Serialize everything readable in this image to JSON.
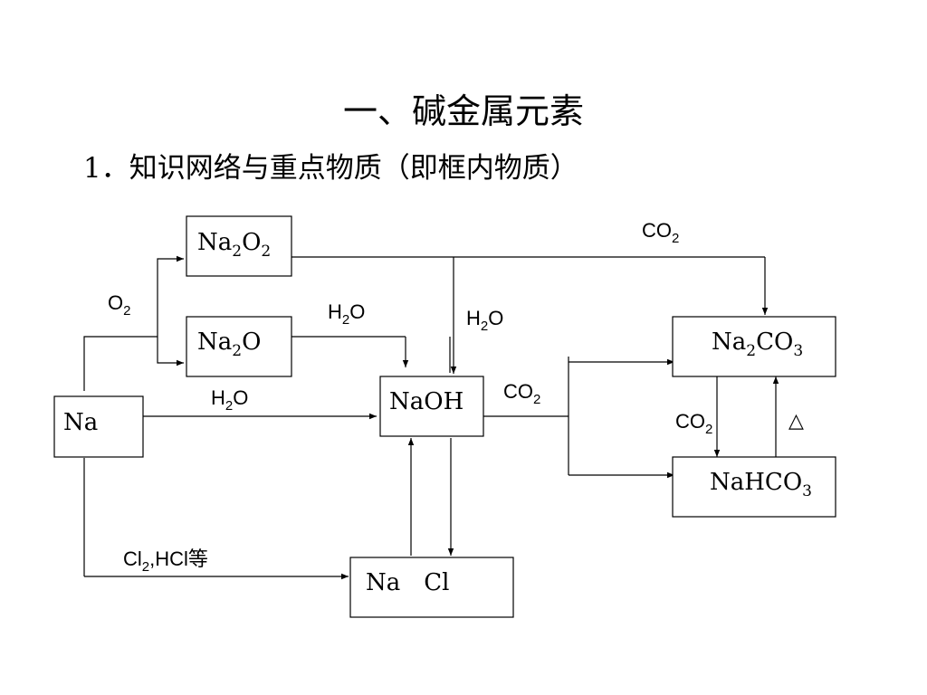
{
  "header": {
    "title": "一、碱金属元素",
    "subtitle": "1．知识网络与重点物质（即框内物质）"
  },
  "nodes": {
    "na2o2": {
      "base": [
        "Na",
        "O"
      ],
      "subs": [
        "2",
        "2"
      ]
    },
    "na2o": {
      "base": [
        "Na",
        "O"
      ],
      "subs": [
        "2",
        ""
      ]
    },
    "na": {
      "label": "Na"
    },
    "naoh": {
      "label": "NaOH"
    },
    "nacl": {
      "label": "Na　Cl"
    },
    "na2co3": {
      "base": [
        "Na",
        "CO"
      ],
      "subs": [
        "2",
        "3"
      ]
    },
    "nahco3": {
      "base": [
        "NaHCO"
      ],
      "subs": [
        "3"
      ]
    }
  },
  "labels": {
    "o2": {
      "main": "O",
      "sub": "2"
    },
    "h2o_na2o": {
      "main": "H",
      "sub": "2",
      "tail": "O"
    },
    "h2o_na2o2": {
      "main": "H",
      "sub": "2",
      "tail": "O"
    },
    "h2o_na": {
      "main": "H",
      "sub": "2",
      "tail": "O"
    },
    "co2_top": {
      "main": "CO",
      "sub": "2"
    },
    "co2_naoh": {
      "main": "CO",
      "sub": "2"
    },
    "co2_carbonate": {
      "main": "CO",
      "sub": "2"
    },
    "heat": "△",
    "cl2_hcl": {
      "main": "Cl",
      "sub": "2",
      "tail": ",HCl等"
    }
  }
}
